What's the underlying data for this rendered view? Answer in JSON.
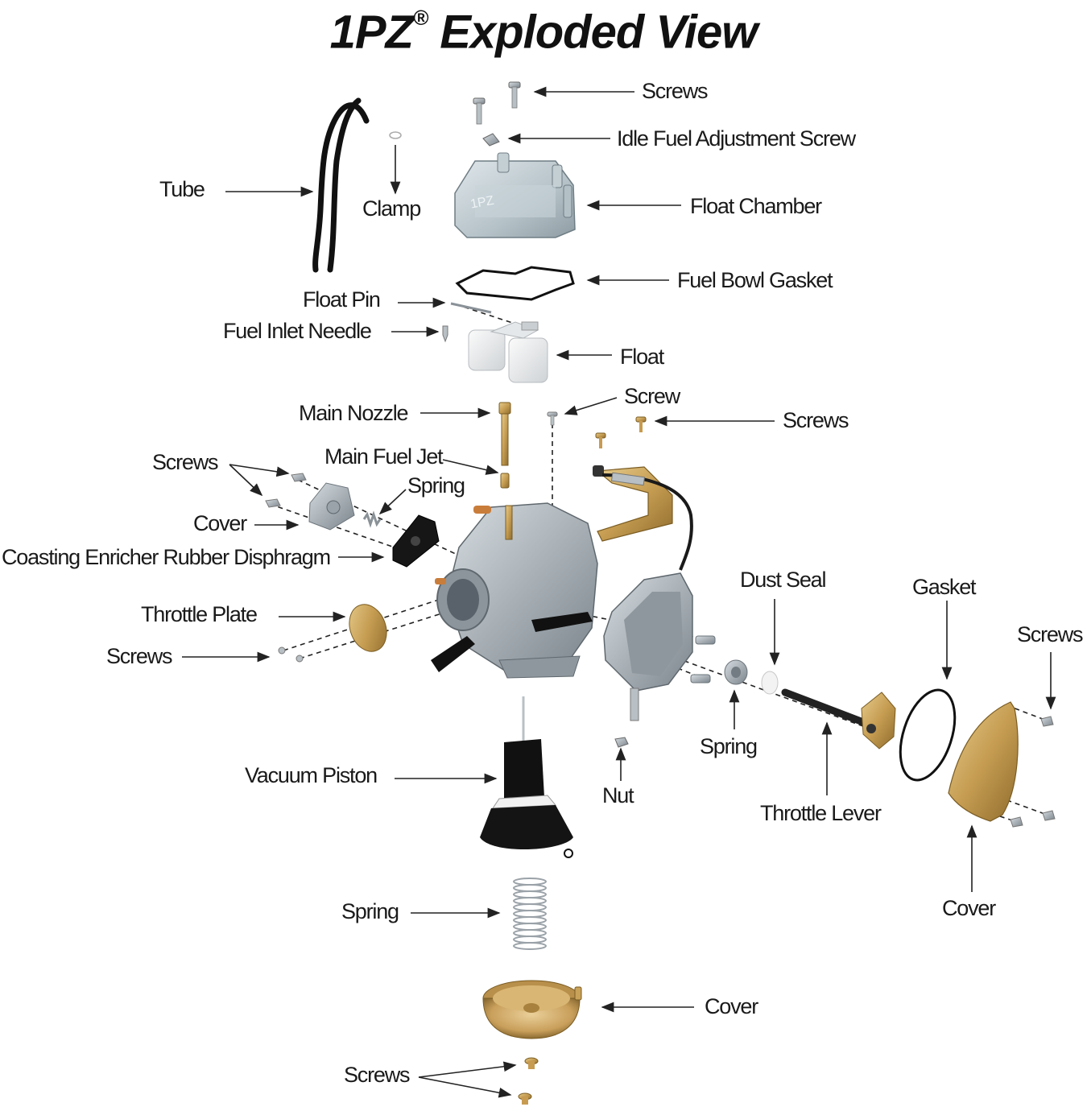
{
  "title": {
    "main": "1PZ",
    "reg": "®",
    "rest": " Exploded View"
  },
  "labels": {
    "screws_top": "Screws",
    "idle_fuel_adjustment_screw": "Idle Fuel Adjustment Screw",
    "tube": "Tube",
    "clamp": "Clamp",
    "float_chamber": "Float Chamber",
    "fuel_bowl_gasket": "Fuel Bowl Gasket",
    "float_pin": "Float Pin",
    "fuel_inlet_needle": "Fuel Inlet Needle",
    "float": "Float",
    "screw_single": "Screw",
    "main_nozzle": "Main Nozzle",
    "screws_bracket": "Screws",
    "main_fuel_jet": "Main Fuel Jet",
    "screws_left": "Screws",
    "spring_enricher": "Spring",
    "cover_left": "Cover",
    "coasting_enricher": "Coasting Enricher Rubber Disphragm",
    "dust_seal": "Dust Seal",
    "gasket": "Gasket",
    "throttle_plate": "Throttle Plate",
    "screws_right": "Screws",
    "screws_throttle": "Screws",
    "spring_throttle": "Spring",
    "vacuum_piston": "Vacuum Piston",
    "nut": "Nut",
    "throttle_lever": "Throttle Lever",
    "cover_right": "Cover",
    "spring_bottom": "Spring",
    "cover_bottom": "Cover",
    "screws_bottom": "Screws"
  },
  "part_marking": "1PZ",
  "colors": {
    "metal": "#aab2b8",
    "metal_dark": "#7d868d",
    "brass": "#c9a25a",
    "gasket_black": "#1b1b1b",
    "float_white": "#eeeeee",
    "tube_black": "#111111"
  }
}
